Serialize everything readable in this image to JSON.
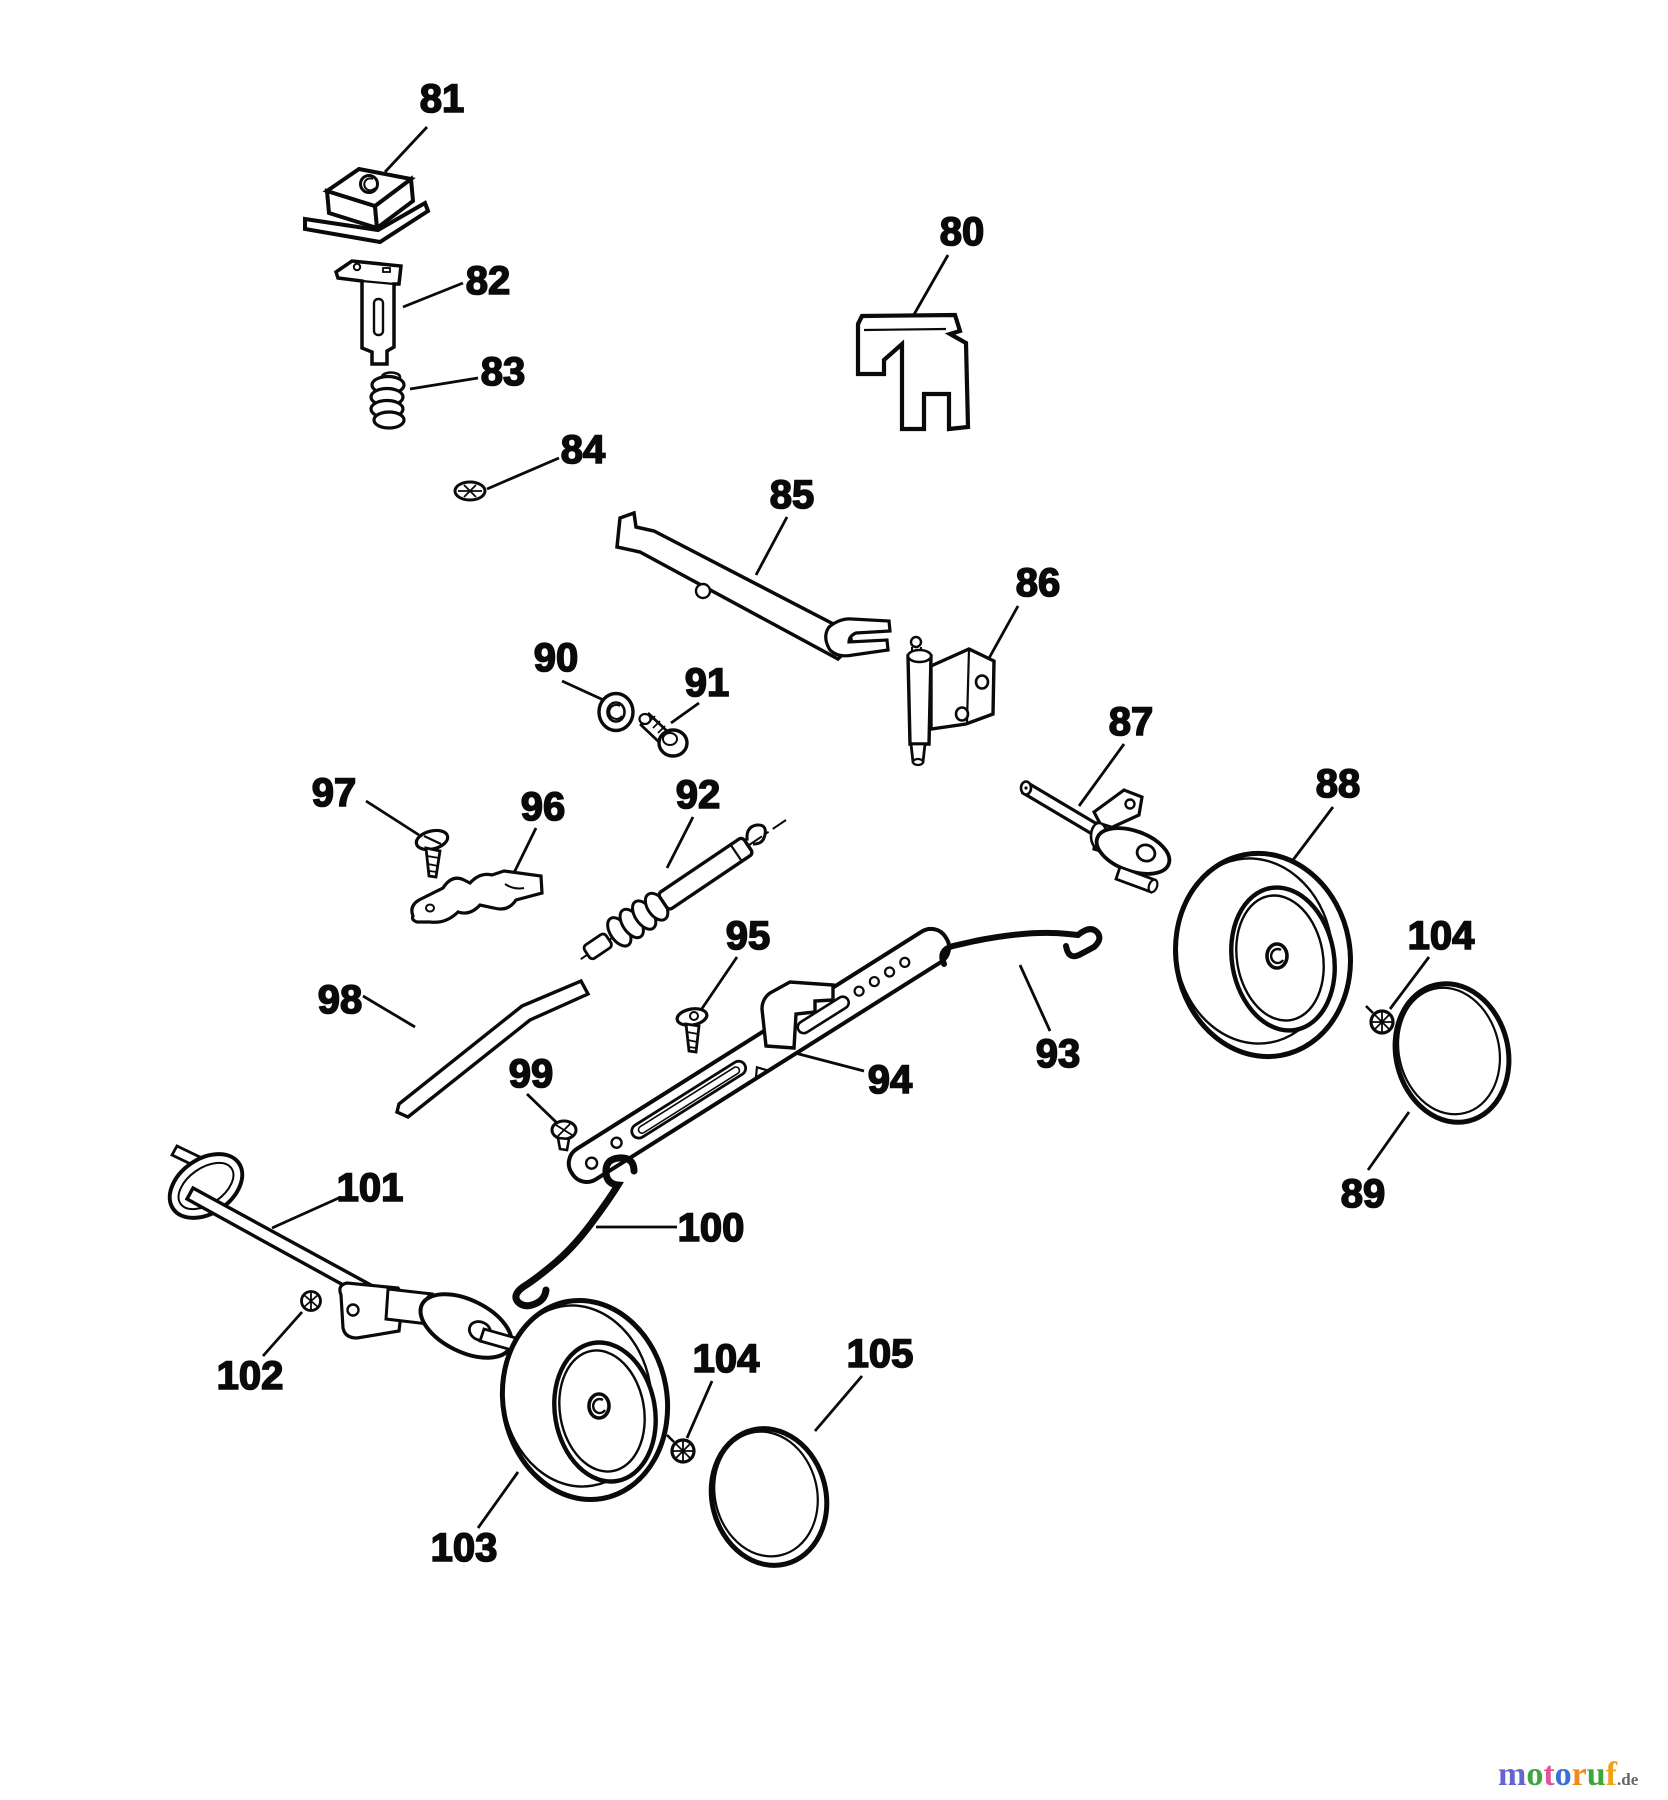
{
  "diagram": {
    "labels": [
      {
        "text": "80"
      },
      {
        "text": "81"
      },
      {
        "text": "82"
      },
      {
        "text": "83"
      },
      {
        "text": "84"
      },
      {
        "text": "85"
      },
      {
        "text": "86"
      },
      {
        "text": "87"
      },
      {
        "text": "88"
      },
      {
        "text": "89"
      },
      {
        "text": "90"
      },
      {
        "text": "91"
      },
      {
        "text": "92"
      },
      {
        "text": "93"
      },
      {
        "text": "94"
      },
      {
        "text": "95"
      },
      {
        "text": "96"
      },
      {
        "text": "97"
      },
      {
        "text": "98"
      },
      {
        "text": "99"
      },
      {
        "text": "100"
      },
      {
        "text": "101"
      },
      {
        "text": "102"
      },
      {
        "text": "103"
      },
      {
        "text": "104"
      },
      {
        "text": "105"
      },
      {
        "text": "104"
      }
    ],
    "line_color": "#0a0a0a"
  },
  "watermark": {
    "letters": [
      {
        "ch": "m",
        "color": "#6565cc"
      },
      {
        "ch": "o",
        "color": "#3fa53f"
      },
      {
        "ch": "t",
        "color": "#e0559b"
      },
      {
        "ch": "o",
        "color": "#3a6fd8"
      },
      {
        "ch": "r",
        "color": "#f08a1d"
      },
      {
        "ch": "u",
        "color": "#3fa53f"
      },
      {
        "ch": "f",
        "color": "#efa11a"
      }
    ],
    "suffix": ".de",
    "suffix_color": "#666666"
  }
}
